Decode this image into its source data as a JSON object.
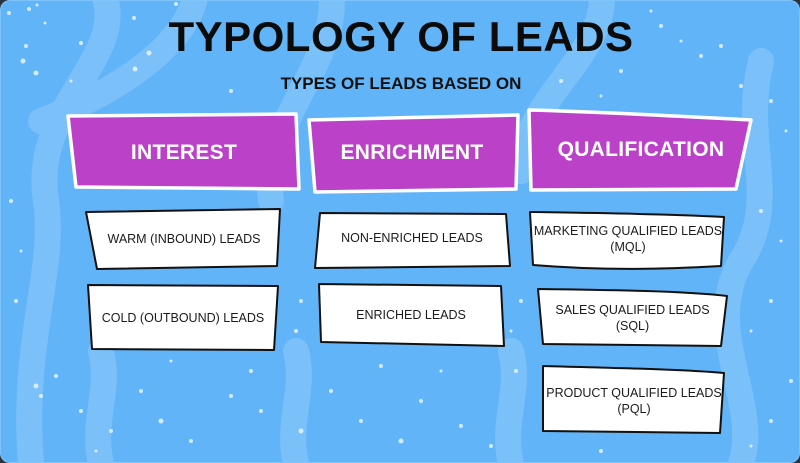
{
  "title": "TYPOLOGY OF LEADS",
  "subtitle": "TYPES OF LEADS BASED ON",
  "colors": {
    "background": "#62b4f8",
    "background_stripe": "#84c5fa",
    "header_fill": "#bb42c8",
    "header_border": "#ffffff",
    "card_fill": "#ffffff",
    "card_border": "#111111",
    "title_text": "#0b0b0b"
  },
  "columns": [
    {
      "header": "INTEREST",
      "items": [
        {
          "label": "WARM (INBOUND) LEADS"
        },
        {
          "label": "COLD (OUTBOUND) LEADS"
        }
      ]
    },
    {
      "header": "ENRICHMENT",
      "items": [
        {
          "label": "NON-ENRICHED LEADS"
        },
        {
          "label": "ENRICHED LEADS"
        }
      ]
    },
    {
      "header": "QUALIFICATION",
      "items": [
        {
          "label": "MARKETING QUALIFIED LEADS (MQL)"
        },
        {
          "label": "SALES QUALIFIED LEADS (SQL)"
        },
        {
          "label": "PRODUCT QUALIFIED LEADS (PQL)"
        }
      ]
    }
  ]
}
